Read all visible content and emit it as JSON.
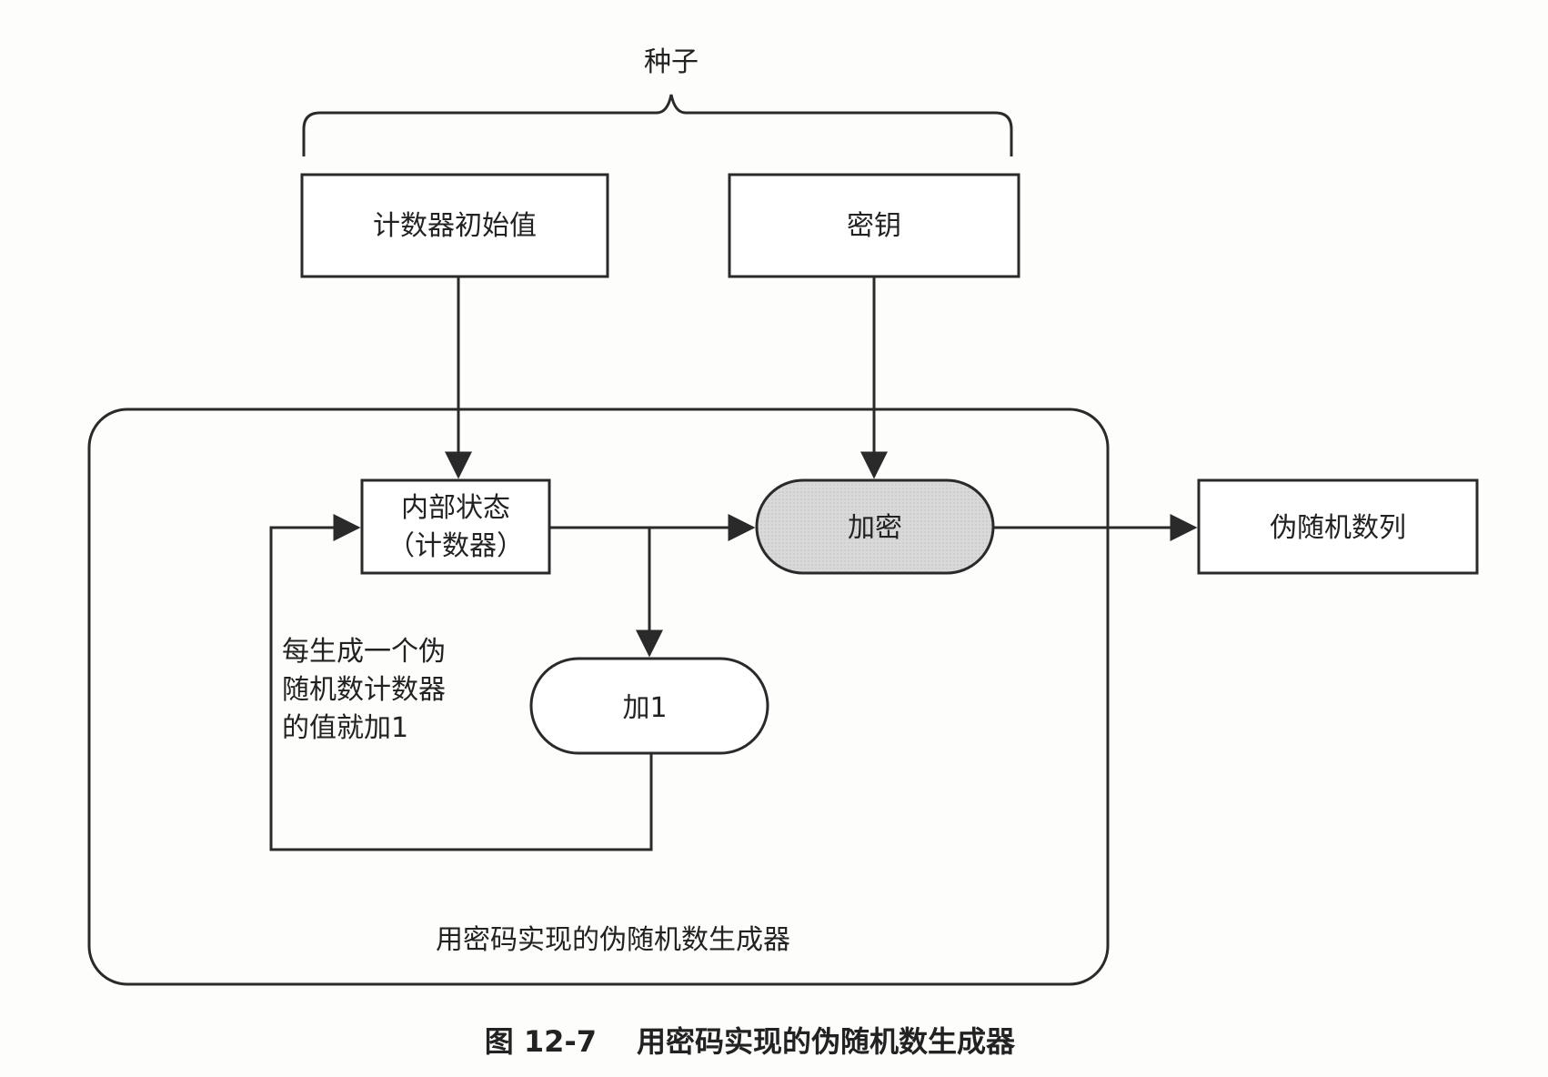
{
  "seed": {
    "label": "种子"
  },
  "counter_initial": {
    "label": "计数器初始值"
  },
  "key": {
    "label": "密钥"
  },
  "internal_state": {
    "line1": "内部状态",
    "line2": "（计数器）"
  },
  "encrypt": {
    "label": "加密",
    "fill_color": "#d6d6d6"
  },
  "increment": {
    "label": "加1"
  },
  "output": {
    "label": "伪随机数列"
  },
  "note": {
    "line1": "每生成一个伪",
    "line2": "随机数计数器",
    "line3": "的值就加1"
  },
  "container": {
    "label": "用密码实现的伪随机数生成器"
  },
  "caption": {
    "figure_no": "图 12-7",
    "text": "用密码实现的伪随机数生成器"
  }
}
